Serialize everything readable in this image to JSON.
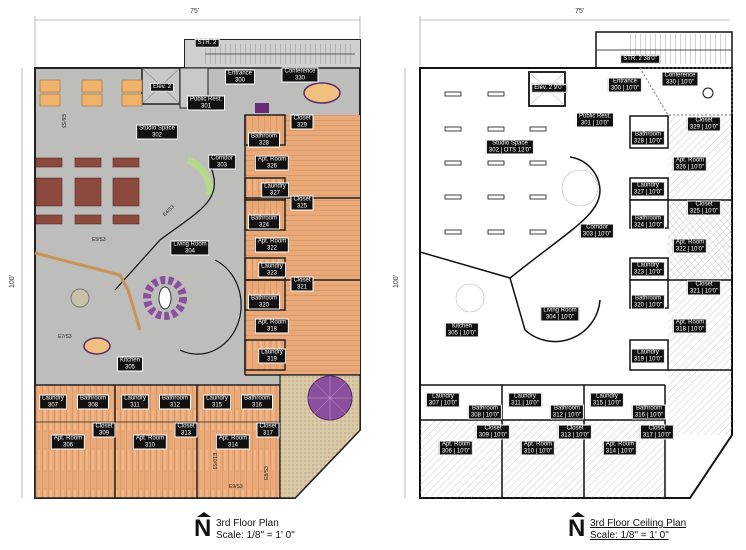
{
  "floor_plan": {
    "title": "3rd Floor Plan",
    "scale": "Scale: 1/8\" = 1' 0\"",
    "width_dim": "75'",
    "height_dim": "100'",
    "markers": [
      "E6/S3",
      "E4/S3",
      "E5/S3",
      "E7/S3",
      "E10/S3",
      "E9/S3",
      "E8/S3"
    ],
    "rooms": [
      {
        "name": "STR. 2",
        "num": ""
      },
      {
        "name": "Elev. 2",
        "num": ""
      },
      {
        "name": "Entrance",
        "num": "300"
      },
      {
        "name": "Conference",
        "num": "330"
      },
      {
        "name": "Public Rest.",
        "num": "301"
      },
      {
        "name": "Studio Space",
        "num": "302"
      },
      {
        "name": "Closet",
        "num": "329"
      },
      {
        "name": "Bathroom",
        "num": "328"
      },
      {
        "name": "Corridor",
        "num": "303"
      },
      {
        "name": "Apt. Room",
        "num": "326"
      },
      {
        "name": "Laundry",
        "num": "327"
      },
      {
        "name": "Closet",
        "num": "325"
      },
      {
        "name": "Bathroom",
        "num": "324"
      },
      {
        "name": "Apt. Room",
        "num": "322"
      },
      {
        "name": "Living Room",
        "num": "304"
      },
      {
        "name": "Laundry",
        "num": "323"
      },
      {
        "name": "Closet",
        "num": "321"
      },
      {
        "name": "Bathroom",
        "num": "320"
      },
      {
        "name": "Apt. Room",
        "num": "318"
      },
      {
        "name": "Laundry",
        "num": "319"
      },
      {
        "name": "Kitchen",
        "num": "305"
      },
      {
        "name": "Laundry",
        "num": "307"
      },
      {
        "name": "Bathroom",
        "num": "308"
      },
      {
        "name": "Closet",
        "num": "309"
      },
      {
        "name": "Apt. Room",
        "num": "306"
      },
      {
        "name": "Laundry",
        "num": "311"
      },
      {
        "name": "Bathroom",
        "num": "312"
      },
      {
        "name": "Closet",
        "num": "313"
      },
      {
        "name": "Apt. Room",
        "num": "310"
      },
      {
        "name": "Laundry",
        "num": "315"
      },
      {
        "name": "Bathroom",
        "num": "316"
      },
      {
        "name": "Closet",
        "num": "317"
      },
      {
        "name": "Apt. Room",
        "num": "314"
      }
    ]
  },
  "ceiling_plan": {
    "title": "3rd Floor Ceiling Plan",
    "scale": "Scale: 1/8\" = 1' 0\"",
    "width_dim": "75'",
    "height_dim": "100'",
    "rooms": [
      {
        "name": "STR. 2 38'0\"",
        "num": ""
      },
      {
        "name": "Elev. 2 9'0\"",
        "num": ""
      },
      {
        "name": "Entrance",
        "num": "300 | 10'0\""
      },
      {
        "name": "Conference",
        "num": "330 | 10'0\""
      },
      {
        "name": "Public Rest.",
        "num": "301 | 10'0\""
      },
      {
        "name": "Studio Space",
        "num": "302 | OTS 12'0\""
      },
      {
        "name": "Closet",
        "num": "329 | 10'0\""
      },
      {
        "name": "Bathroom",
        "num": "328 | 10'0\""
      },
      {
        "name": "Corridor",
        "num": "303 | 10'0\""
      },
      {
        "name": "Apt. Room",
        "num": "326 | 10'0\""
      },
      {
        "name": "Laundry",
        "num": "327 | 10'0\""
      },
      {
        "name": "Closet",
        "num": "325 | 10'0\""
      },
      {
        "name": "Bathroom",
        "num": "324 | 10'0\""
      },
      {
        "name": "Apt. Room",
        "num": "322 | 10'0\""
      },
      {
        "name": "Living Room",
        "num": "304 | 10'0\""
      },
      {
        "name": "Laundry",
        "num": "323 | 10'0\""
      },
      {
        "name": "Closet",
        "num": "321 | 10'0\""
      },
      {
        "name": "Bathroom",
        "num": "320 | 10'0\""
      },
      {
        "name": "Apt. Room",
        "num": "318 | 10'0\""
      },
      {
        "name": "Laundry",
        "num": "319 | 10'0\""
      },
      {
        "name": "Kitchen",
        "num": "305 | 10'0\""
      },
      {
        "name": "Laundry",
        "num": "307 | 10'0\""
      },
      {
        "name": "Bathroom",
        "num": "308 | 10'0\""
      },
      {
        "name": "Closet",
        "num": "309 | 10'0\""
      },
      {
        "name": "Apt. Room",
        "num": "306 | 10'0\""
      },
      {
        "name": "Laundry",
        "num": "311 | 10'0\""
      },
      {
        "name": "Bathroom",
        "num": "312 | 10'0\""
      },
      {
        "name": "Closet",
        "num": "313 | 10'0\""
      },
      {
        "name": "Apt. Room",
        "num": "310 | 10'0\""
      },
      {
        "name": "Laundry",
        "num": "315 | 10'0\""
      },
      {
        "name": "Bathroom",
        "num": "316 | 10'0\""
      },
      {
        "name": "Closet",
        "num": "317 | 10'0\""
      },
      {
        "name": "Apt. Room",
        "num": "314 | 10'0\""
      }
    ]
  }
}
